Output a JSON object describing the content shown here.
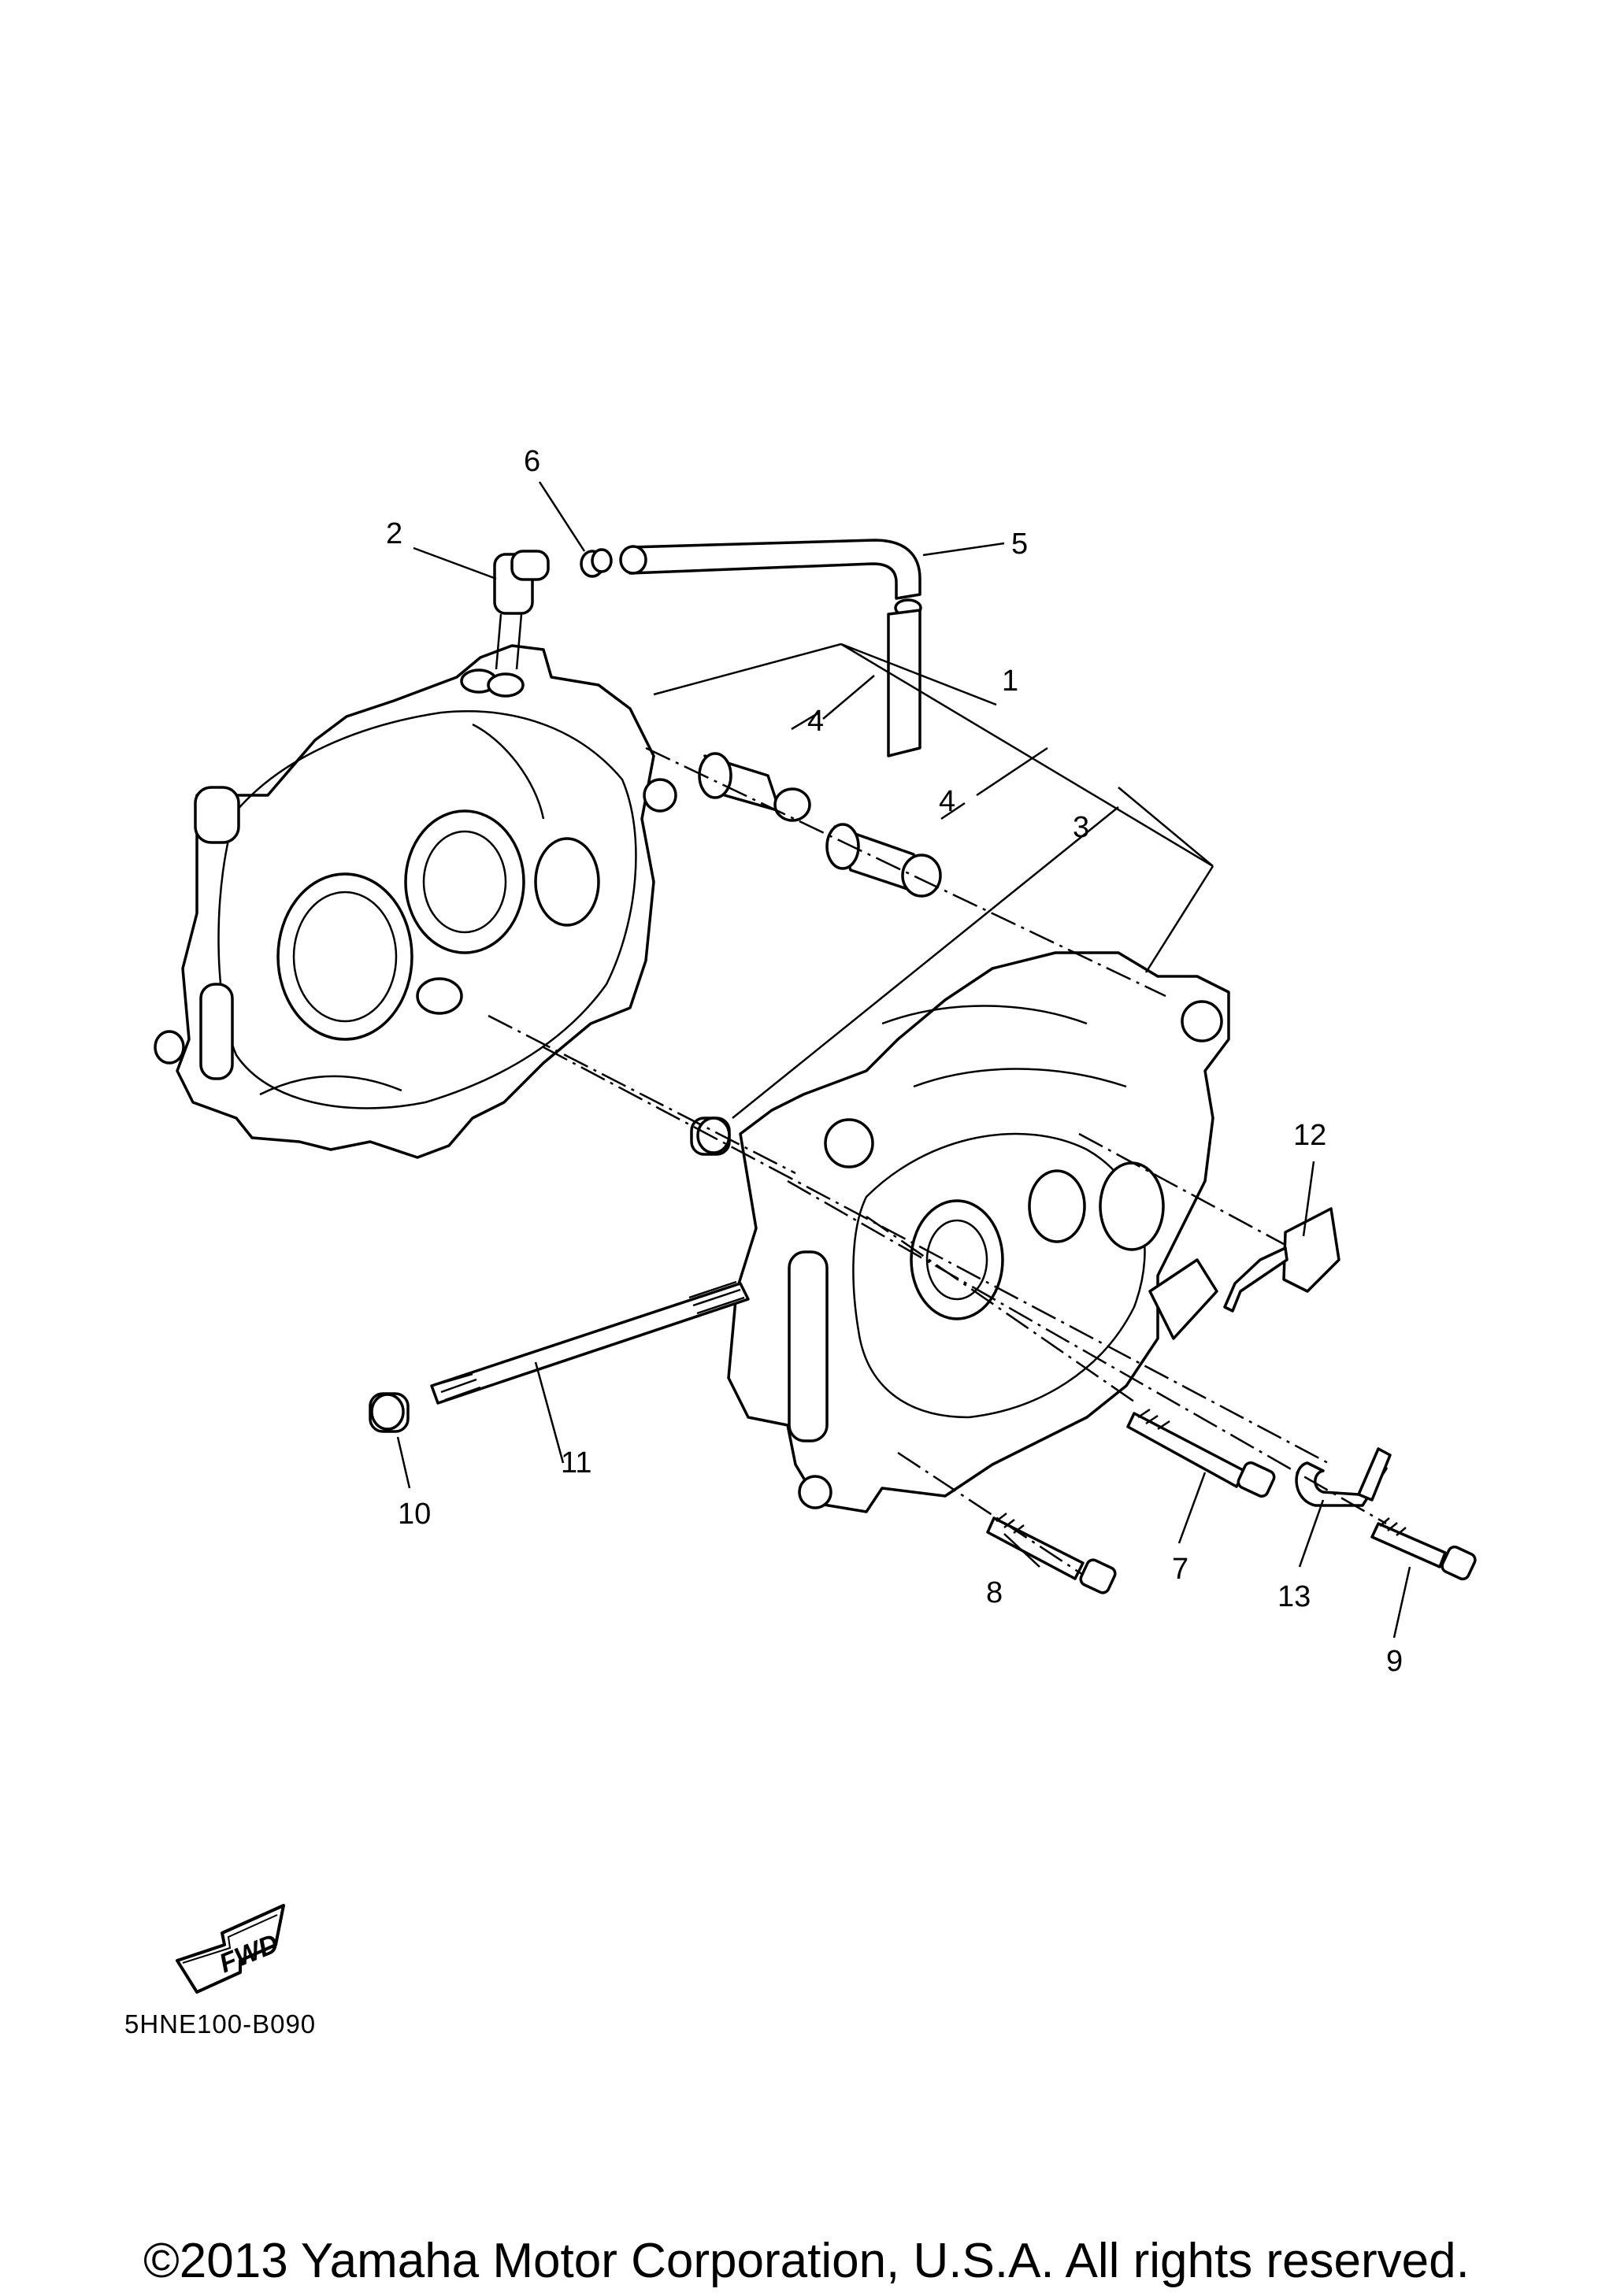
{
  "diagram": {
    "callouts": [
      {
        "id": "1",
        "text": "1"
      },
      {
        "id": "2",
        "text": "2"
      },
      {
        "id": "3",
        "text": "3"
      },
      {
        "id": "4a",
        "text": "4"
      },
      {
        "id": "4b",
        "text": "4"
      },
      {
        "id": "5",
        "text": "5"
      },
      {
        "id": "6",
        "text": "6"
      },
      {
        "id": "7",
        "text": "7"
      },
      {
        "id": "8",
        "text": "8"
      },
      {
        "id": "9",
        "text": "9"
      },
      {
        "id": "10",
        "text": "10"
      },
      {
        "id": "11",
        "text": "11"
      },
      {
        "id": "12",
        "text": "12"
      },
      {
        "id": "13",
        "text": "13"
      }
    ],
    "fwd_label": "FWD",
    "diagram_code": "5HNE100-B090"
  },
  "footer": {
    "copyright": "©2013 Yamaha Motor Corporation, U.S.A. All rights reserved."
  }
}
